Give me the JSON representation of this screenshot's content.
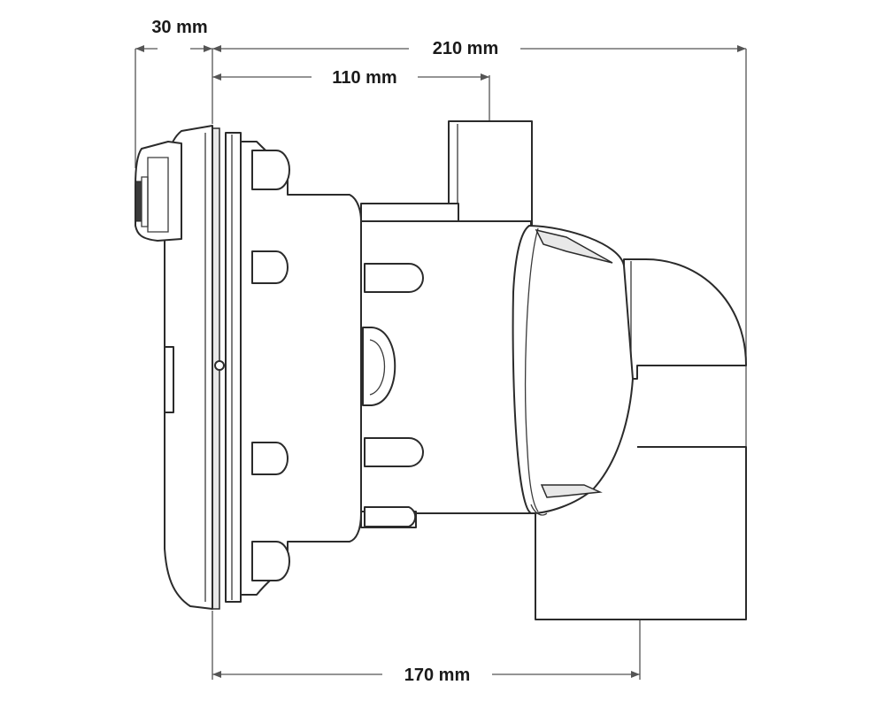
{
  "dimensions": {
    "flange_depth": "30 mm",
    "overall_length": "210 mm",
    "inlet_offset": "110 mm",
    "outlet_offset": "170 mm"
  },
  "colors": {
    "line": "#2b2b2b",
    "dimension": "#555555",
    "background": "#ffffff"
  }
}
